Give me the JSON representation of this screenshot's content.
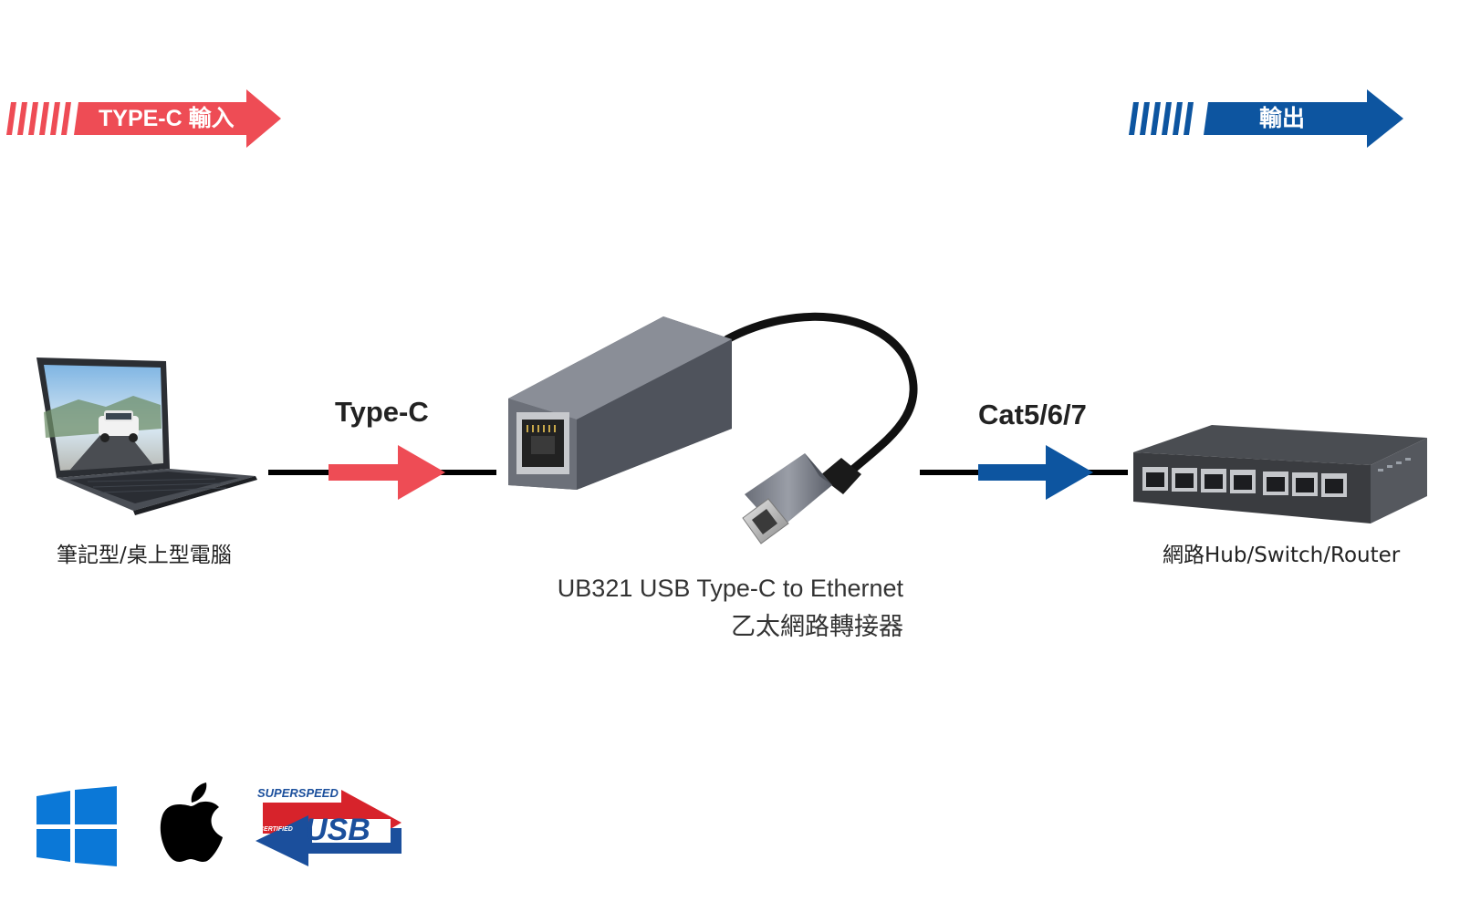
{
  "banners": {
    "input": {
      "label": "TYPE-C 輸入",
      "color": "#ee4c55"
    },
    "output": {
      "label": "輸出",
      "color": "#0d55a0"
    }
  },
  "connections": {
    "left_label": "Type-C",
    "right_label": "Cat5/6/7",
    "left_arrow_color": "#ee4c55",
    "right_arrow_color": "#0d55a0"
  },
  "devices": {
    "computer": {
      "label": "筆記型/桌上型電腦",
      "icon": "laptop-icon"
    },
    "adapter": {
      "label_line1": "UB321 USB Type-C to Ethernet",
      "label_line2": "乙太網路轉接器",
      "icon": "ethernet-adapter-icon"
    },
    "network": {
      "label": "網路Hub/Switch/Router",
      "icon": "network-switch-icon"
    }
  },
  "logos": {
    "windows": {
      "icon": "windows-logo-icon",
      "color": "#0b78d7"
    },
    "apple": {
      "icon": "apple-logo-icon",
      "color": "#000000"
    },
    "usb": {
      "icon": "superspeed-usb-logo-icon",
      "top_text": "SUPERSPEED",
      "side_text": "CERTIFIED",
      "main_text": "USB"
    }
  }
}
